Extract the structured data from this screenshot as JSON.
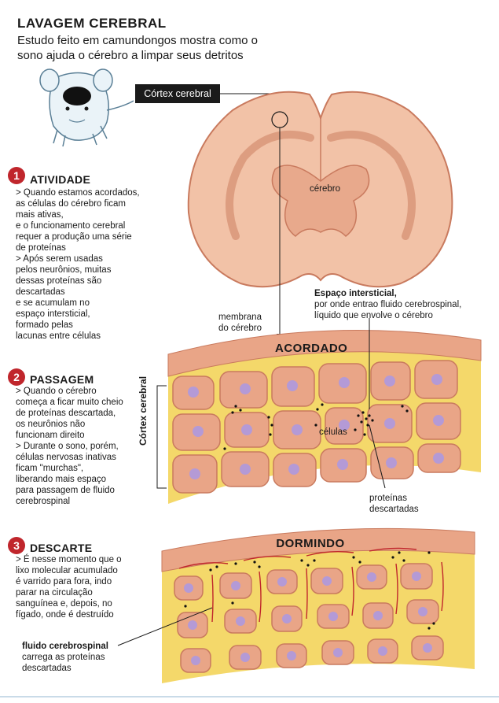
{
  "header": {
    "title": "LAVAGEM CEREBRAL",
    "subtitle": "Estudo feito em camundongos mostra como o sono ajuda o cérebro a limpar seus detritos"
  },
  "labels": {
    "cortex": "Córtex cerebral",
    "brain": "cérebro",
    "membrane": "membrana\ndo cérebro",
    "interstitial_bold": "Espaço intersticial,",
    "interstitial_rest": "por onde entrao fluido cerebrospinal,\nlíquido que envolve o cérebro",
    "awake": "ACORDADO",
    "cortex_vertical": "Córtex cerebral",
    "cells": "células",
    "discarded_proteins": "proteínas\ndescartadas",
    "sleeping": "DORMINDO",
    "csf_bold": "fluido cerebrospinal",
    "csf_rest": "carrega as proteínas\ndescartadas"
  },
  "steps": [
    {
      "number": "1",
      "title": "ATIVIDADE",
      "text": "> Quando estamos acordados,\nas células do cérebro ficam\nmais ativas,\ne o funcionamento cerebral\nrequer a produção uma série\nde proteínas\n> Após serem usadas\npelos neurônios, muitas\ndessas proteínas são\ndescartadas\ne se acumulam no\nespaço intersticial,\nformado pelas\nlacunas entre células"
    },
    {
      "number": "2",
      "title": "PASSAGEM",
      "text": "> Quando o cérebro\ncomeça a ficar muito cheio\nde proteínas descartada,\nos neurônios não\nfuncionam direito\n> Durante o sono, porém,\ncélulas nervosas inativas\nficam \"murchas\",\nliberando mais espaço\npara passagem de fluido\ncerebrospinal"
    },
    {
      "number": "3",
      "title": "DESCARTE",
      "text": "> É nesse momento que o\nlixo molecular acumulado\né varrido para fora, indo\nparar na circulação\nsanguínea e, depois, no\nfígado, onde é destruído"
    }
  ],
  "colors": {
    "accent": "#c0262c",
    "tissue": "#e9a587",
    "tissue_dark": "#c97a5e",
    "fluid": "#f4d86a",
    "nucleus": "#b49ad6",
    "brain_fill": "#f2c2a7"
  }
}
